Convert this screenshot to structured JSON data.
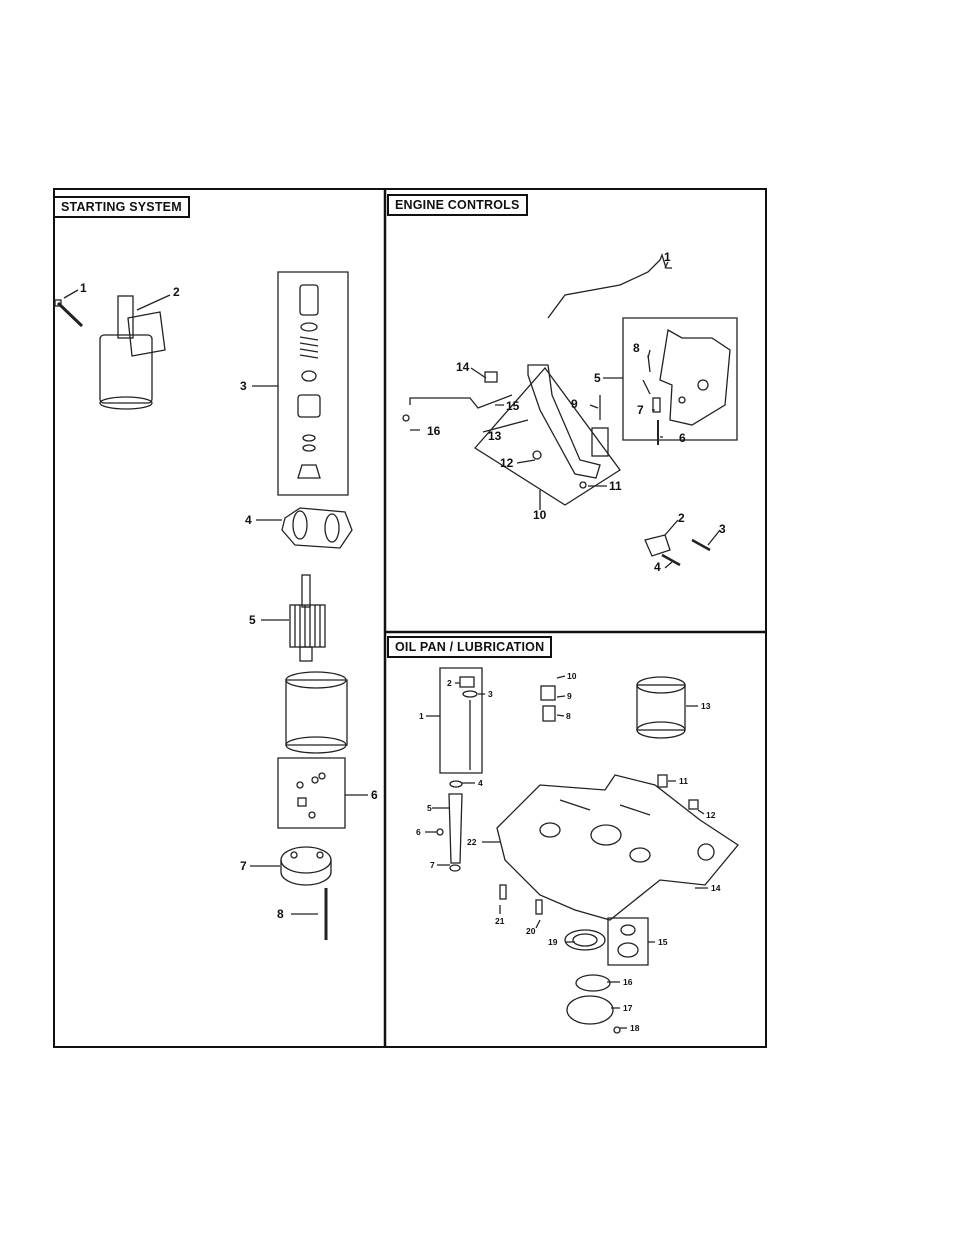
{
  "panels": {
    "starting_system": {
      "title": "STARTING SYSTEM",
      "callouts": [
        "1",
        "2",
        "3",
        "4",
        "5",
        "6",
        "7",
        "8"
      ]
    },
    "engine_controls": {
      "title": "ENGINE CONTROLS",
      "callouts": [
        "1",
        "2",
        "3",
        "4",
        "5",
        "6",
        "7",
        "8",
        "9",
        "10",
        "11",
        "12",
        "13",
        "14",
        "15",
        "16"
      ]
    },
    "oil_pan": {
      "title": "OIL PAN / LUBRICATION",
      "callouts": [
        "1",
        "2",
        "3",
        "4",
        "5",
        "6",
        "7",
        "8",
        "9",
        "10",
        "11",
        "12",
        "13",
        "14",
        "15",
        "16",
        "17",
        "18",
        "19",
        "20",
        "21",
        "22"
      ]
    }
  }
}
